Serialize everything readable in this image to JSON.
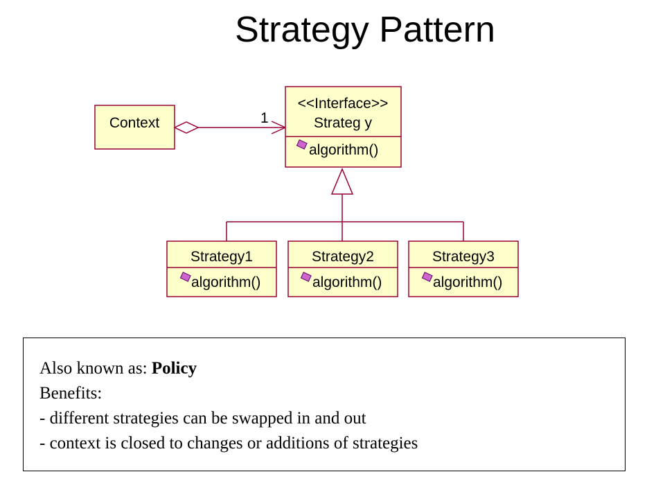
{
  "title": "Strategy Pattern",
  "diagram": {
    "context": {
      "name": "Context"
    },
    "multiplicity": "1",
    "interface": {
      "stereotype": "<<Interface>>",
      "name": "Strateg y",
      "method": "algorithm()"
    },
    "implementations": [
      {
        "name": "Strategy1",
        "method": "algorithm()"
      },
      {
        "name": "Strategy2",
        "method": "algorithm()"
      },
      {
        "name": "Strategy3",
        "method": "algorithm()"
      }
    ],
    "colors": {
      "box_fill": "#ffffcc",
      "line": "#990033",
      "box_border": "#990033",
      "method_icon": "#cc66cc"
    }
  },
  "notes": {
    "aka_label": "Also known as:",
    "aka_value": "Policy",
    "benefits_heading": "Benefits:",
    "benefits": [
      "- different strategies can be swapped in and out",
      "- context is closed to changes or additions of strategies"
    ]
  }
}
